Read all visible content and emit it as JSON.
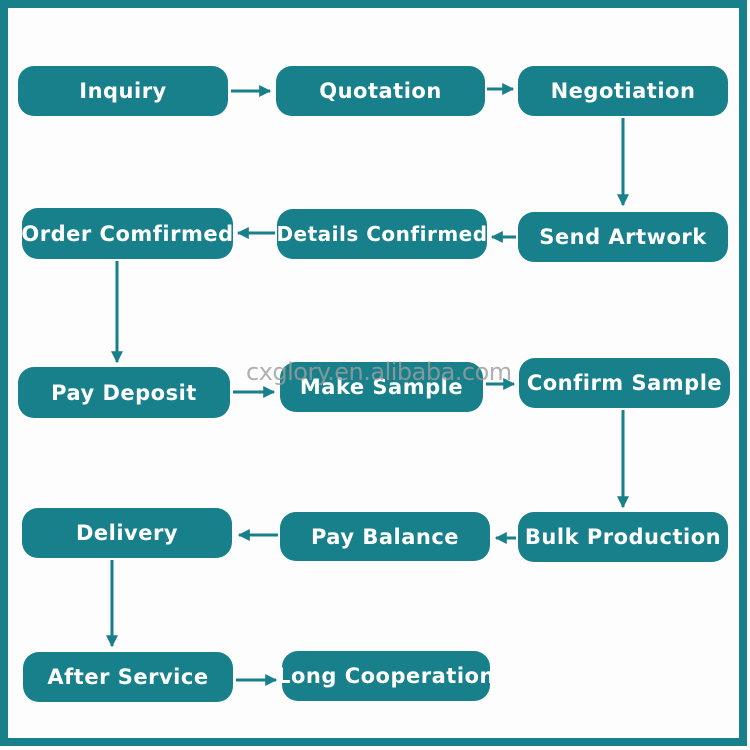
{
  "watermark_text": "cxglory.en.alibaba.com",
  "colors": {
    "box_fill": "#17808a",
    "box_text": "#ffffff",
    "arrow": "#17808a",
    "frame_border": "#17808a",
    "watermark": "#9e9e9e",
    "background": "#fdfdfd"
  },
  "diagram": {
    "type": "flowchart",
    "nodes": [
      {
        "id": "inquiry",
        "label": "Inquiry"
      },
      {
        "id": "quotation",
        "label": "Quotation"
      },
      {
        "id": "negotiation",
        "label": "Negotiation"
      },
      {
        "id": "send-artwork",
        "label": "Send Artwork"
      },
      {
        "id": "details-confirmed",
        "label": "Details Confirmed"
      },
      {
        "id": "order-comfirmed",
        "label": "Order Comfirmed"
      },
      {
        "id": "pay-deposit",
        "label": "Pay Deposit"
      },
      {
        "id": "make-sample",
        "label": "Make Sample"
      },
      {
        "id": "confirm-sample",
        "label": "Confirm Sample"
      },
      {
        "id": "bulk-production",
        "label": "Bulk Production"
      },
      {
        "id": "pay-balance",
        "label": "Pay Balance"
      },
      {
        "id": "delivery",
        "label": "Delivery"
      },
      {
        "id": "after-service",
        "label": "After Service"
      },
      {
        "id": "long-cooperation",
        "label": "Long Cooperation"
      }
    ],
    "edges": [
      {
        "from": "inquiry",
        "to": "quotation"
      },
      {
        "from": "quotation",
        "to": "negotiation"
      },
      {
        "from": "negotiation",
        "to": "send-artwork"
      },
      {
        "from": "send-artwork",
        "to": "details-confirmed"
      },
      {
        "from": "details-confirmed",
        "to": "order-comfirmed"
      },
      {
        "from": "order-comfirmed",
        "to": "pay-deposit"
      },
      {
        "from": "pay-deposit",
        "to": "make-sample"
      },
      {
        "from": "make-sample",
        "to": "confirm-sample"
      },
      {
        "from": "confirm-sample",
        "to": "bulk-production"
      },
      {
        "from": "bulk-production",
        "to": "pay-balance"
      },
      {
        "from": "pay-balance",
        "to": "delivery"
      },
      {
        "from": "delivery",
        "to": "after-service"
      },
      {
        "from": "after-service",
        "to": "long-cooperation"
      }
    ]
  }
}
